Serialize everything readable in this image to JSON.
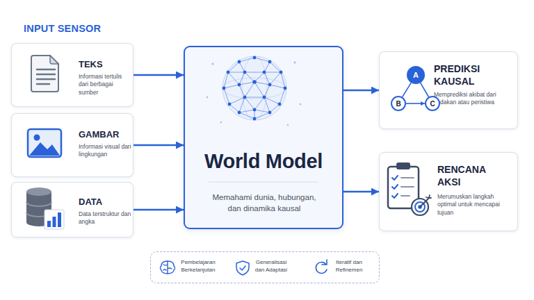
{
  "diagram": {
    "title": "INPUT SENSOR",
    "nodes": [
      {
        "text": [
          "TEKS",
          "Informasi tertulis dari berbagai sumber"
        ]
      },
      {
        "text": [
          "GAMBAR",
          "Informasi visual dari lingkungan"
        ]
      },
      {
        "text": [
          "DATA",
          "Data terstruktur dan angka"
        ]
      },
      {
        "text": [
          "World Model",
          "Memahami dunia, hubungan, dan dinamika kausal"
        ]
      },
      {
        "text": [
          "PREDIKSI KAUSAL",
          "Memprediksi akibat dari tindakan atau peristiwa"
        ]
      },
      {
        "text": [
          "A"
        ],
        "in": 4
      },
      {
        "text": [
          "B"
        ],
        "in": 4
      },
      {
        "text": [
          "C"
        ],
        "in": 4
      },
      {
        "text": [
          "RENCANA AKSI",
          "Merumuskan langkah optimal untuk mencapai tujuan"
        ]
      },
      {
        "text": [
          "Pembelajaran Berkelanjutan",
          "Generalisasi dan Adaptasi",
          "Iteratif dan Refinemen"
        ]
      }
    ],
    "edges": [
      {
        "from": 0,
        "to": 3,
        "arrow": "to"
      },
      {
        "from": 1,
        "to": 3,
        "arrow": "to"
      },
      {
        "from": 2,
        "to": 3,
        "arrow": "to"
      },
      {
        "from": 3,
        "to": 4,
        "arrow": "to"
      },
      {
        "from": 3,
        "to": 8,
        "arrow": "to"
      },
      {
        "from": 5,
        "to": 6,
        "arrow": "none"
      },
      {
        "from": 5,
        "to": 7,
        "arrow": "none"
      },
      {
        "from": 6,
        "to": 7,
        "arrow": "to"
      }
    ]
  }
}
